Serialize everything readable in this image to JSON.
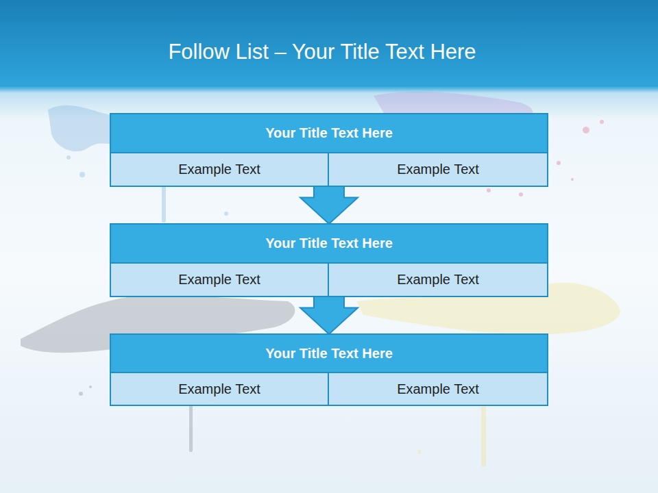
{
  "diagram": {
    "title": "Follow List  – Your Title Text Here",
    "nodes": [
      {
        "text": [
          "Your Title Text Here"
        ]
      },
      {
        "text": [
          "Example Text"
        ],
        "in": 0
      },
      {
        "text": [
          "Example Text"
        ],
        "in": 0
      },
      {
        "text": [
          "Your Title Text Here"
        ]
      },
      {
        "text": [
          "Example Text"
        ],
        "in": 3
      },
      {
        "text": [
          "Example Text"
        ],
        "in": 3
      },
      {
        "text": [
          "Your Title Text Here"
        ]
      },
      {
        "text": [
          "Example Text"
        ],
        "in": 6
      },
      {
        "text": [
          "Example Text"
        ],
        "in": 6
      }
    ],
    "edges": [
      {
        "from": 0,
        "to": 3,
        "arrow": "to"
      },
      {
        "from": 3,
        "to": 6,
        "arrow": "to"
      }
    ]
  }
}
